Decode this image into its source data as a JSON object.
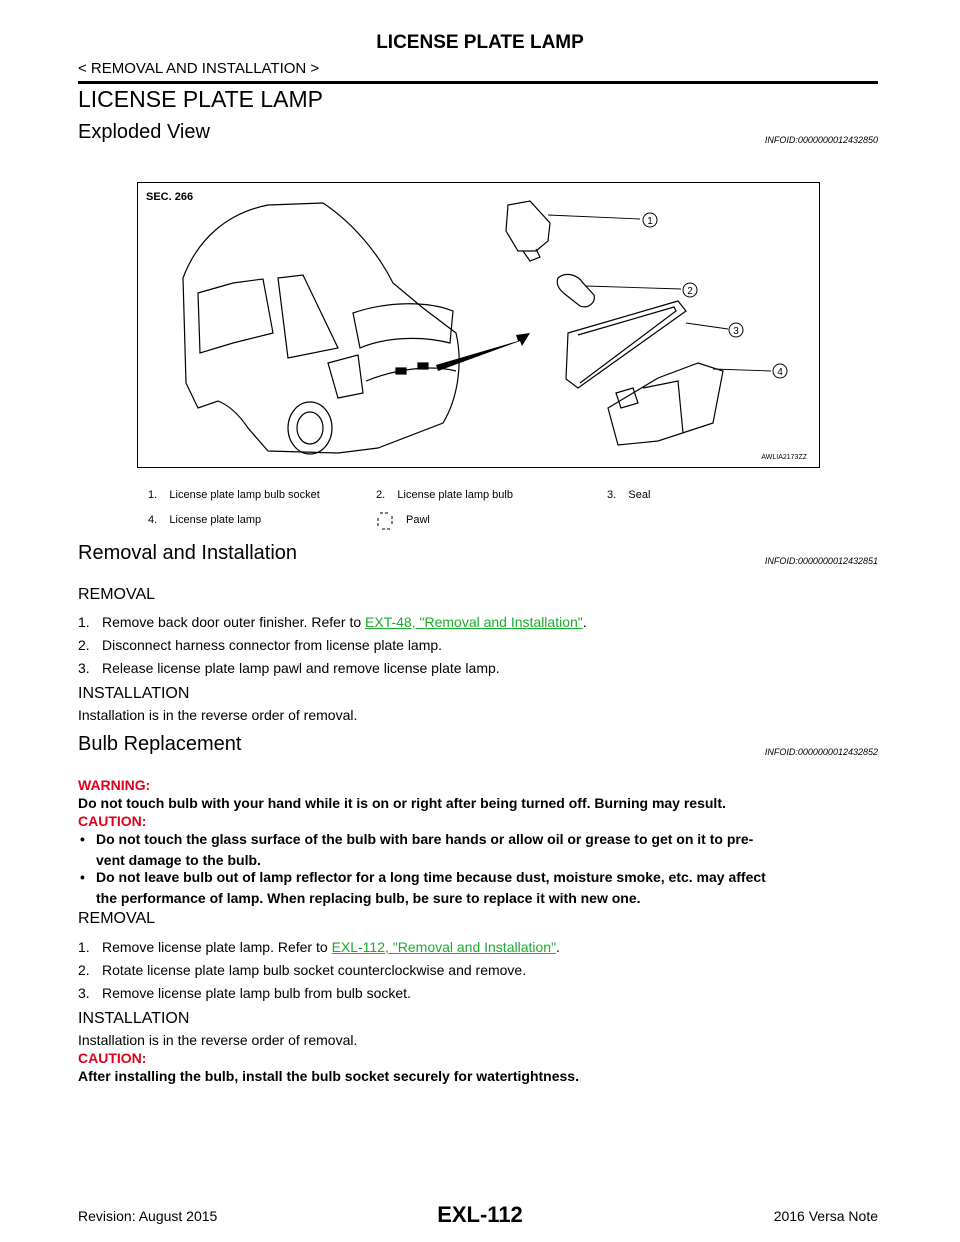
{
  "header": {
    "title": "LICENSE PLATE LAMP",
    "breadcrumb": "< REMOVAL AND INSTALLATION >"
  },
  "page_heading": "LICENSE PLATE LAMP",
  "sections": {
    "exploded": {
      "title": "Exploded View",
      "infoid": "INFOID:0000000012432850",
      "figure": {
        "sec_label": "SEC. 266",
        "figure_id": "AWLIA2173ZZ",
        "callouts": [
          "1",
          "2",
          "3",
          "4"
        ]
      },
      "legend": {
        "item1": "1.    License plate lamp bulb socket",
        "item2": "2.    License plate lamp bulb",
        "item3": "3.    Seal",
        "item4": "4.    License plate lamp",
        "pawl": "Pawl"
      }
    },
    "removal_installation": {
      "title": "Removal and Installation",
      "infoid": "INFOID:0000000012432851",
      "removal_heading": "REMOVAL",
      "step1_num": "1.",
      "step1_text": "Remove back door outer finisher. Refer to ",
      "step1_link": "EXT-48, \"Removal and Installation\"",
      "step1_end": ".",
      "step2_num": "2.",
      "step2_text": "Disconnect harness connector from license plate lamp.",
      "step3_num": "3.",
      "step3_text": "Release license plate lamp pawl and remove license plate lamp.",
      "installation_heading": "INSTALLATION",
      "installation_text": "Installation is in the reverse order of removal."
    },
    "bulb": {
      "title": "Bulb Replacement",
      "infoid": "INFOID:0000000012432852",
      "warning_label": "WARNING:",
      "warning_text": "Do not touch bulb with your hand while it is on or right after being turned off. Burning may result.",
      "caution_label": "CAUTION:",
      "bullet1_line1": "Do not touch the glass surface of the bulb with bare hands or allow oil or grease to get on it to pre-",
      "bullet1_line2": "vent damage to the bulb.",
      "bullet2_line1": "Do not leave bulb out of lamp reflector for a long time because dust, moisture smoke, etc. may affect",
      "bullet2_line2": "the performance of lamp. When replacing bulb, be sure to replace it with new one.",
      "removal_heading": "REMOVAL",
      "step1_num": "1.",
      "step1_text": "Remove license plate lamp. Refer to ",
      "step1_link": "EXL-112, \"Removal and Installation\"",
      "step1_end": ".",
      "step2_num": "2.",
      "step2_text": "Rotate license plate lamp bulb socket counterclockwise and remove.",
      "step3_num": "3.",
      "step3_text": "Remove license plate lamp bulb from bulb socket.",
      "installation_heading": "INSTALLATION",
      "installation_text": "Installation is in the reverse order of removal.",
      "caution2_label": "CAUTION:",
      "caution2_text": "After installing the bulb, install the bulb socket securely for watertightness."
    }
  },
  "footer": {
    "revision": "Revision: August 2015",
    "page_number": "EXL-112",
    "model": "2016 Versa Note"
  },
  "colors": {
    "link": "#1aab2c",
    "warning": "#e0001b"
  }
}
